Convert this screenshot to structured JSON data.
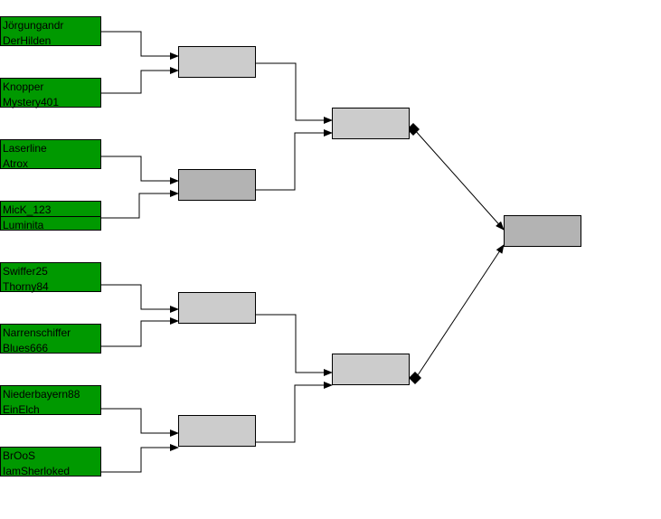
{
  "round1": [
    {
      "team1": "Jörgungandr",
      "team2": "DerHilden"
    },
    {
      "team1": "Knopper",
      "team2": "Mystery401"
    },
    {
      "team1": "Laserline",
      "team2": "Atrox"
    },
    {
      "team1": "MicK_123",
      "team2": "Luminita"
    },
    {
      "team1": "Swiffer25",
      "team2": "Thorny84"
    },
    {
      "team1": "Narrenschiffer",
      "team2": "Blues666"
    },
    {
      "team1": "Niederbayern88",
      "team2": "EinElch"
    },
    {
      "team1": "BrOoS",
      "team2": "IamSherloked"
    }
  ],
  "colors": {
    "team_fill": "#009900",
    "match_fill": "#cccccc",
    "match_fill_dark": "#b3b3b3",
    "line": "#000000"
  }
}
